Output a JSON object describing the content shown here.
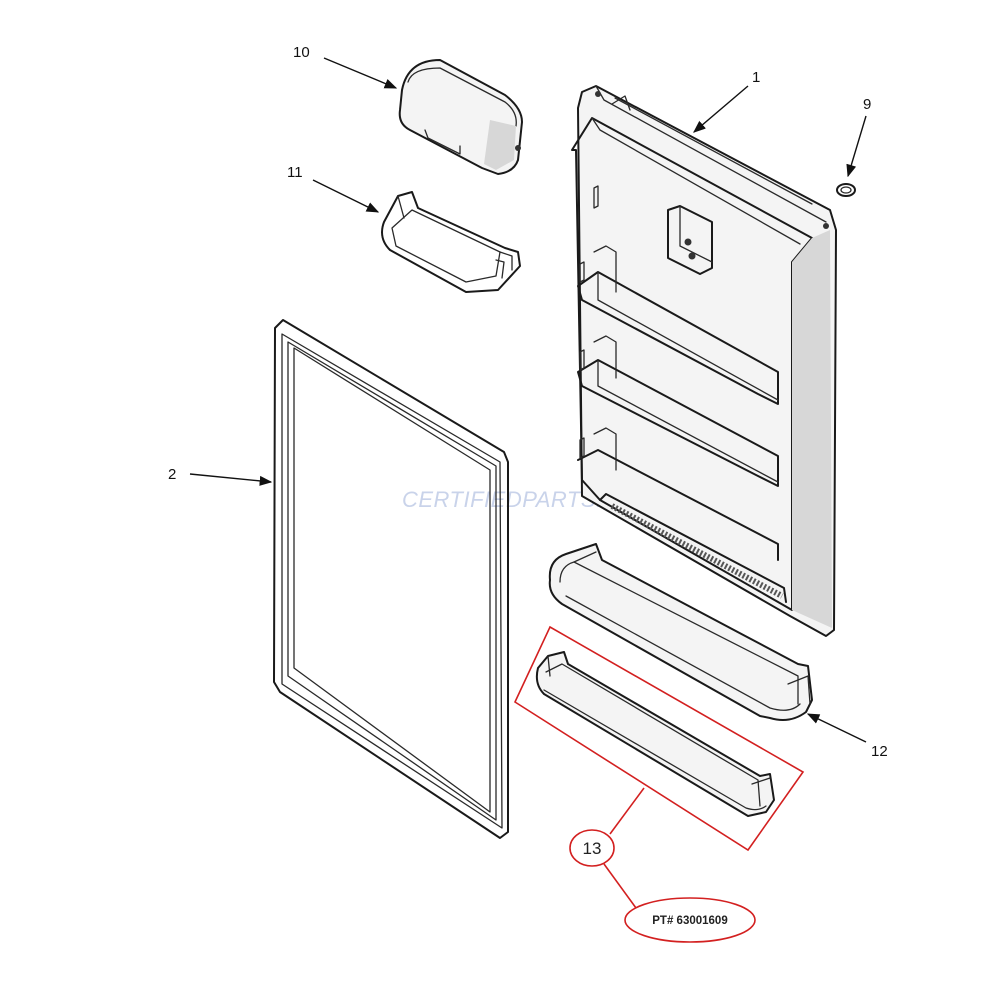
{
  "diagram": {
    "watermark": "CERTIFIEDPARTS.COM",
    "accent_color": "#d32020",
    "callouts": [
      {
        "id": "1",
        "label": "1",
        "part": "door-liner"
      },
      {
        "id": "2",
        "label": "2",
        "part": "door-gasket"
      },
      {
        "id": "9",
        "label": "9",
        "part": "plug-button"
      },
      {
        "id": "10",
        "label": "10",
        "part": "dairy-door"
      },
      {
        "id": "11",
        "label": "11",
        "part": "dairy-bin"
      },
      {
        "id": "12",
        "label": "12",
        "part": "door-shelf-bin-large"
      },
      {
        "id": "13",
        "label": "13",
        "part": "door-shelf-bin-small"
      }
    ],
    "highlight": {
      "callout": "13",
      "part_number_label": "PT# 63001609"
    }
  }
}
